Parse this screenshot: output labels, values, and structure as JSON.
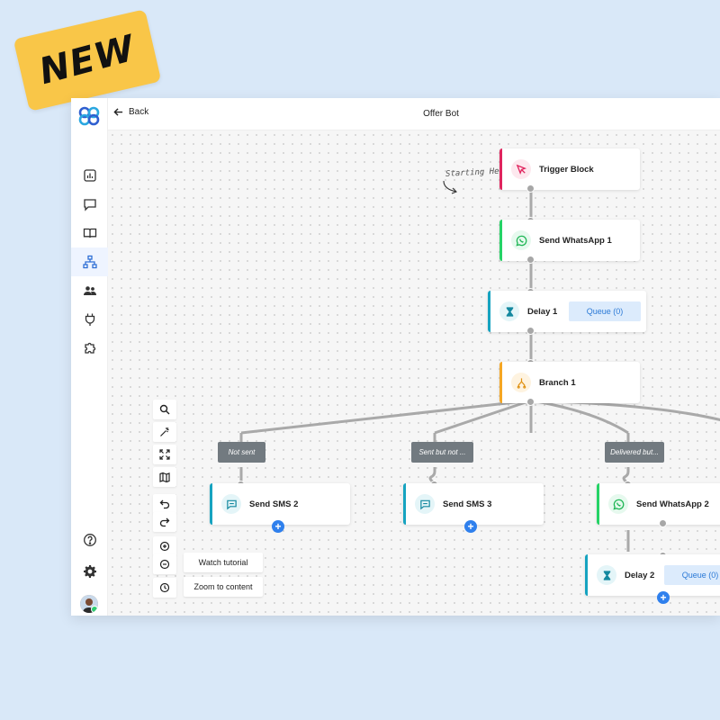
{
  "badge": {
    "text": "NEW"
  },
  "header": {
    "back_label": "Back",
    "title": "Offer Bot"
  },
  "sidebar": {
    "items": [
      {
        "name": "reports",
        "icon": "bar-chart-icon"
      },
      {
        "name": "conversations",
        "icon": "chat-icon"
      },
      {
        "name": "knowledge",
        "icon": "book-icon"
      },
      {
        "name": "flows",
        "icon": "flow-icon",
        "active": true
      },
      {
        "name": "contacts",
        "icon": "users-icon"
      },
      {
        "name": "integrations",
        "icon": "plug-icon"
      },
      {
        "name": "extensions",
        "icon": "puzzle-icon"
      }
    ],
    "bottom": [
      {
        "name": "help",
        "icon": "help-icon"
      },
      {
        "name": "settings",
        "icon": "gear-icon"
      }
    ]
  },
  "canvas": {
    "annotation": "Starting Here",
    "nodes": {
      "trigger": {
        "label": "Trigger Block",
        "accent": "#e0245e"
      },
      "wa1": {
        "label": "Send WhatsApp 1",
        "accent": "#25d366"
      },
      "delay1": {
        "label": "Delay 1",
        "queue": "Queue (0)",
        "accent": "#16a3c0"
      },
      "branch1": {
        "label": "Branch 1",
        "accent": "#f5a623"
      },
      "sms2": {
        "label": "Send SMS 2",
        "accent": "#16a3c0"
      },
      "sms3": {
        "label": "Send SMS 3",
        "accent": "#16a3c0"
      },
      "wa2": {
        "label": "Send WhatsApp 2",
        "accent": "#25d366"
      },
      "delay2": {
        "label": "Delay 2",
        "queue": "Queue (0)",
        "accent": "#16a3c0"
      }
    },
    "branches": [
      "Not sent",
      "Sent but not ...",
      "Delivered but..."
    ]
  },
  "toolbar": {
    "tools": [
      "search-icon",
      "magic-wand-icon",
      "expand-icon",
      "map-icon",
      "undo-icon",
      "redo-icon",
      "zoom-in-icon",
      "zoom-out-icon",
      "history-icon"
    ],
    "watch_tutorial": "Watch tutorial",
    "zoom_to_content": "Zoom to content"
  }
}
